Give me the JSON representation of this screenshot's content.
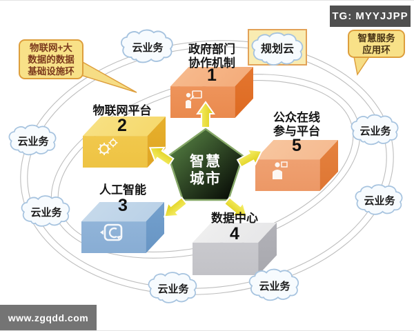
{
  "badges": {
    "tg": "TG: MYYJJPP",
    "watermark": "www.zgqdd.com"
  },
  "center": {
    "title_line1": "智慧",
    "title_line2": "城市"
  },
  "callouts": {
    "left": "物联网+大\n数据的数据\n基础设施环",
    "right": "智慧服务\n应用环"
  },
  "planning_cloud": {
    "label": "规划云"
  },
  "clouds": [
    {
      "label": "云业务",
      "position": "top"
    },
    {
      "label": "云业务",
      "position": "left-upper"
    },
    {
      "label": "云业务",
      "position": "left-lower"
    },
    {
      "label": "云业务",
      "position": "right-upper"
    },
    {
      "label": "云业务",
      "position": "right-lower"
    },
    {
      "label": "云业务",
      "position": "bottom-left"
    },
    {
      "label": "云业务",
      "position": "bottom-right"
    }
  ],
  "nodes": [
    {
      "number": "1",
      "label": "政府部门\n协作机制",
      "color": "orange",
      "icon": "presenter-board-icon"
    },
    {
      "number": "2",
      "label": "物联网平台",
      "color": "yellow",
      "icon": "gears-icon"
    },
    {
      "number": "3",
      "label": "人工智能",
      "color": "blue",
      "icon": "refresh-display-icon"
    },
    {
      "number": "4",
      "label": "数据中心",
      "color": "gray",
      "icon": ""
    },
    {
      "number": "5",
      "label": "公众在线\n参与平台",
      "color": "orange",
      "icon": "person-icon"
    }
  ],
  "colors": {
    "pentagon_green": "#527f3e",
    "arrow_yellow": "#f0e33a",
    "callout_fill": "#f8e188",
    "callout_border": "#dd9e3c",
    "cloud_stroke": "#a6c3df",
    "node_orange": "#ea8a4e",
    "node_yellow": "#f3cb52",
    "node_blue": "#96b8db",
    "node_gray": "#cdcdd1",
    "badge_bg": "#4f4f4f"
  }
}
